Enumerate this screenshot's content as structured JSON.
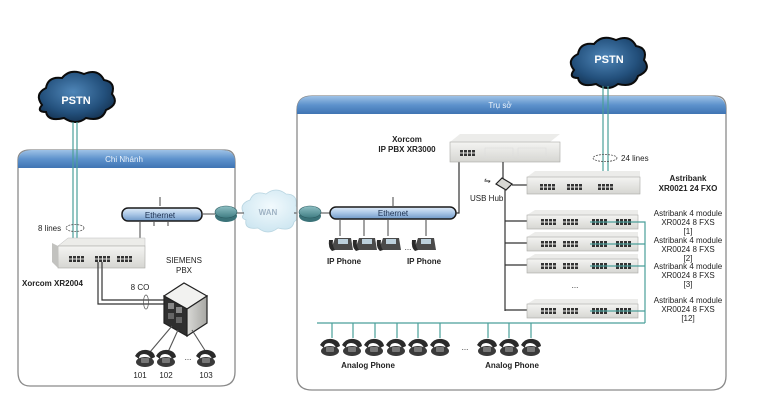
{
  "branch": {
    "title": "Chi Nhánh",
    "pstn_label": "PSTN",
    "lines_label": "8 lines",
    "ethernet_label": "Ethernet",
    "pbx_device_label": "Xorcom XR2004",
    "co_label": "8 CO",
    "siemens_label_line1": "SIEMENS",
    "siemens_label_line2": "PBX",
    "extensions": [
      "101",
      "102",
      "103"
    ],
    "ellipsis": "..."
  },
  "wan": {
    "label": "WAN"
  },
  "hq": {
    "title": "Trụ sở",
    "pstn_label": "PSTN",
    "lines_label": "24 lines",
    "ippbx_label_line1": "Xorcom",
    "ippbx_label_line2": "IP PBX XR3000",
    "usb_hub_label": "USB Hub",
    "ethernet_label": "Ethernet",
    "ip_phone_labels": [
      "IP Phone",
      "IP Phone"
    ],
    "fxo_label_line1": "Astribank",
    "fxo_label_line2": "XR0021 24 FXO",
    "fxs_modules": [
      {
        "line1": "Astribank 4 module",
        "line2": "XR0024 8 FXS",
        "index": "[1]"
      },
      {
        "line1": "Astribank 4 module",
        "line2": "XR0024 8 FXS",
        "index": "[2]"
      },
      {
        "line1": "Astribank 4 module",
        "line2": "XR0024 8 FXS",
        "index": "[3]"
      },
      {
        "line1": "Astribank 4 module",
        "line2": "XR0024 8 FXS",
        "index": "[12]"
      }
    ],
    "analog_phone_labels": [
      "Analog Phone",
      "Analog Phone"
    ],
    "ellipsis": "..."
  },
  "colors": {
    "header_blue": "#5b8fc9",
    "cable_teal": "#4a9f9a",
    "cloud_dark": "#1e3f63",
    "wan_cloud": "#d7ecf5"
  }
}
